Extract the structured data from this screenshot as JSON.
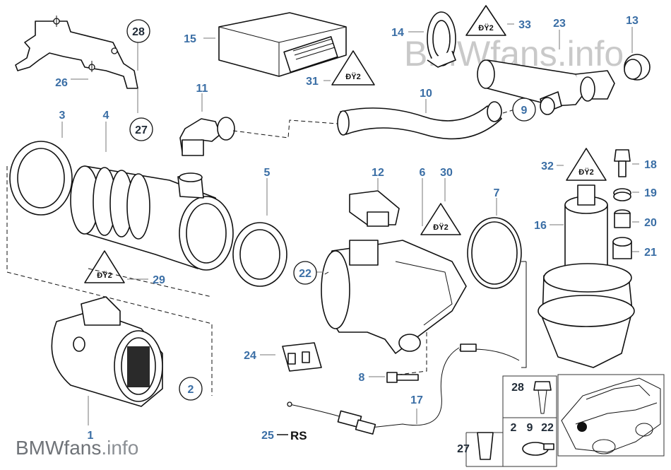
{
  "watermark": {
    "top": "BMWfans.info",
    "bottom_brand": "BMWfans",
    "bottom_suffix": ".info"
  },
  "labels": {
    "p1": "1",
    "p2": "2",
    "p3": "3",
    "p4": "4",
    "p5": "5",
    "p6": "6",
    "p7": "7",
    "p8": "8",
    "p9": "9",
    "p10": "10",
    "p11": "11",
    "p12": "12",
    "p13": "13",
    "p14": "14",
    "p15": "15",
    "p16": "16",
    "p17": "17",
    "p18": "18",
    "p19": "19",
    "p20": "20",
    "p21": "21",
    "p22": "22",
    "p23": "23",
    "p24": "24",
    "p25": "25",
    "p26": "26",
    "p27": "27",
    "p28": "28",
    "p29": "29",
    "p30": "30",
    "p31": "31",
    "p32": "32",
    "p33": "33"
  },
  "rs_label": "RS",
  "inset": {
    "c28": "28",
    "c2": "2",
    "c9": "9",
    "c22": "22",
    "c27": "27"
  },
  "colors": {
    "label": "#3a6ea5",
    "line": "#111111",
    "watermark": "#6f7378"
  }
}
